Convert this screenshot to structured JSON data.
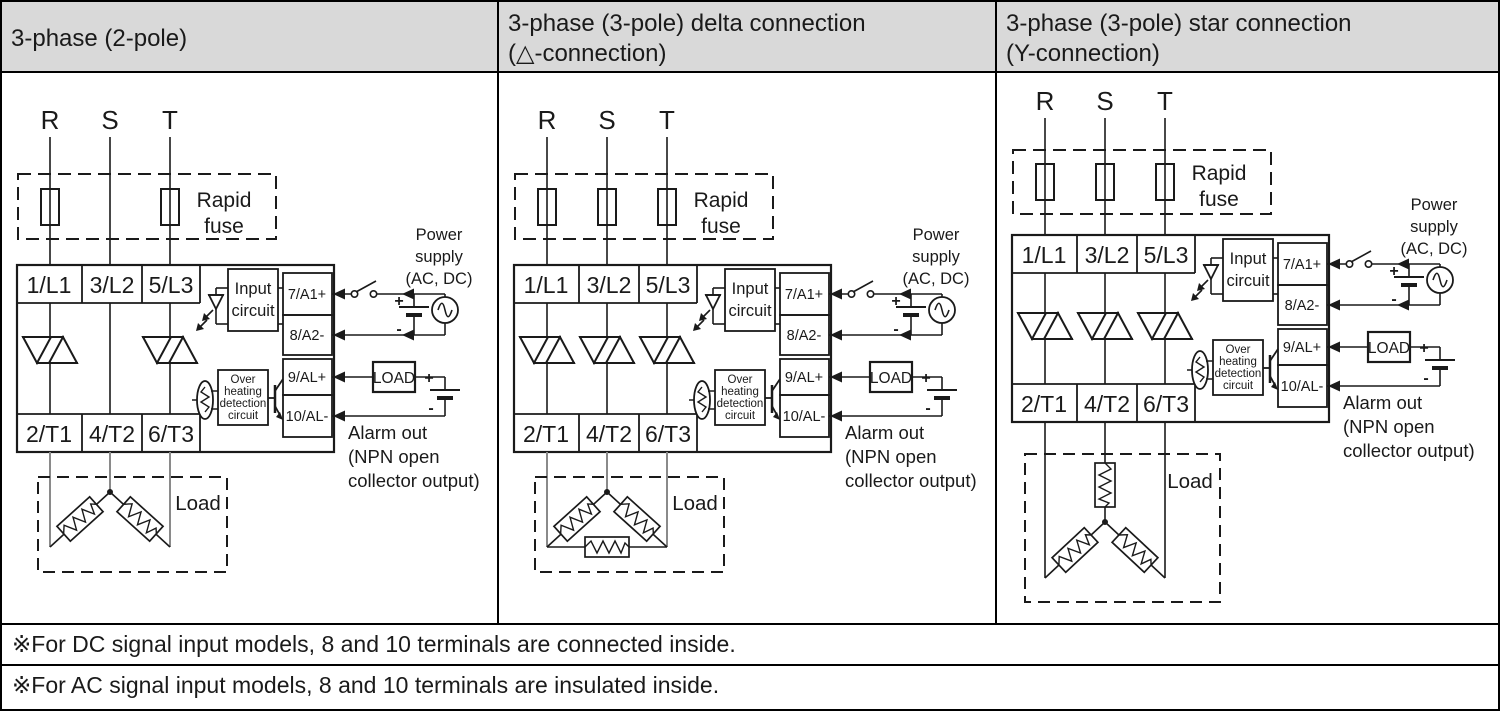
{
  "colors": {
    "header_bg": "#d9d9d9",
    "line": "#1a1a1a",
    "background": "#ffffff"
  },
  "columns": [
    {
      "title_lines": [
        "3-phase (2-pole)"
      ],
      "phases": [
        "R",
        "S",
        "T"
      ],
      "rapid_fuse": [
        "Rapid",
        "fuse"
      ],
      "input_terminals": [
        "1/L1",
        "3/L2",
        "5/L3"
      ],
      "output_terminals": [
        "2/T1",
        "4/T2",
        "6/T3"
      ],
      "input_circuit": [
        "Input",
        "circuit"
      ],
      "overheating_circuit": [
        "Over",
        "heating",
        "detection",
        "circuit"
      ],
      "signal_terminals": [
        "7/A1+",
        "8/A2-",
        "9/AL+",
        "10/AL-"
      ],
      "power_supply": [
        "Power",
        "supply",
        "(AC, DC)"
      ],
      "load_box": "LOAD",
      "alarm_out": [
        "Alarm out",
        "(NPN open",
        "collector output)"
      ],
      "load_label": "Load",
      "battery1": {
        "plus": "+",
        "minus": "-"
      },
      "battery2": {
        "plus": "+",
        "minus": "-"
      }
    },
    {
      "title_lines": [
        "3-phase (3-pole) delta connection",
        "(△-connection)"
      ],
      "phases": [
        "R",
        "S",
        "T"
      ],
      "rapid_fuse": [
        "Rapid",
        "fuse"
      ],
      "input_terminals": [
        "1/L1",
        "3/L2",
        "5/L3"
      ],
      "output_terminals": [
        "2/T1",
        "4/T2",
        "6/T3"
      ],
      "input_circuit": [
        "Input",
        "circuit"
      ],
      "overheating_circuit": [
        "Over",
        "heating",
        "detection",
        "circuit"
      ],
      "signal_terminals": [
        "7/A1+",
        "8/A2-",
        "9/AL+",
        "10/AL-"
      ],
      "power_supply": [
        "Power",
        "supply",
        "(AC, DC)"
      ],
      "load_box": "LOAD",
      "alarm_out": [
        "Alarm out",
        "(NPN open",
        "collector output)"
      ],
      "load_label": "Load",
      "battery1": {
        "plus": "+",
        "minus": "-"
      },
      "battery2": {
        "plus": "+",
        "minus": "-"
      }
    },
    {
      "title_lines": [
        "3-phase (3-pole) star connection",
        "(Y-connection)"
      ],
      "phases": [
        "R",
        "S",
        "T"
      ],
      "rapid_fuse": [
        "Rapid",
        "fuse"
      ],
      "input_terminals": [
        "1/L1",
        "3/L2",
        "5/L3"
      ],
      "output_terminals": [
        "2/T1",
        "4/T2",
        "6/T3"
      ],
      "input_circuit": [
        "Input",
        "circuit"
      ],
      "overheating_circuit": [
        "Over",
        "heating",
        "detection",
        "circuit"
      ],
      "signal_terminals": [
        "7/A1+",
        "8/A2-",
        "9/AL+",
        "10/AL-"
      ],
      "power_supply": [
        "Power",
        "supply",
        "(AC, DC)"
      ],
      "load_box": "LOAD",
      "alarm_out": [
        "Alarm out",
        "(NPN open",
        "collector output)"
      ],
      "load_label": "Load",
      "battery1": {
        "plus": "+",
        "minus": "-"
      },
      "battery2": {
        "plus": "+",
        "minus": "-"
      }
    }
  ],
  "notes": [
    "※For DC signal input models, 8 and 10 terminals are connected inside.",
    "※For AC signal input models, 8 and 10 terminals are insulated inside."
  ]
}
